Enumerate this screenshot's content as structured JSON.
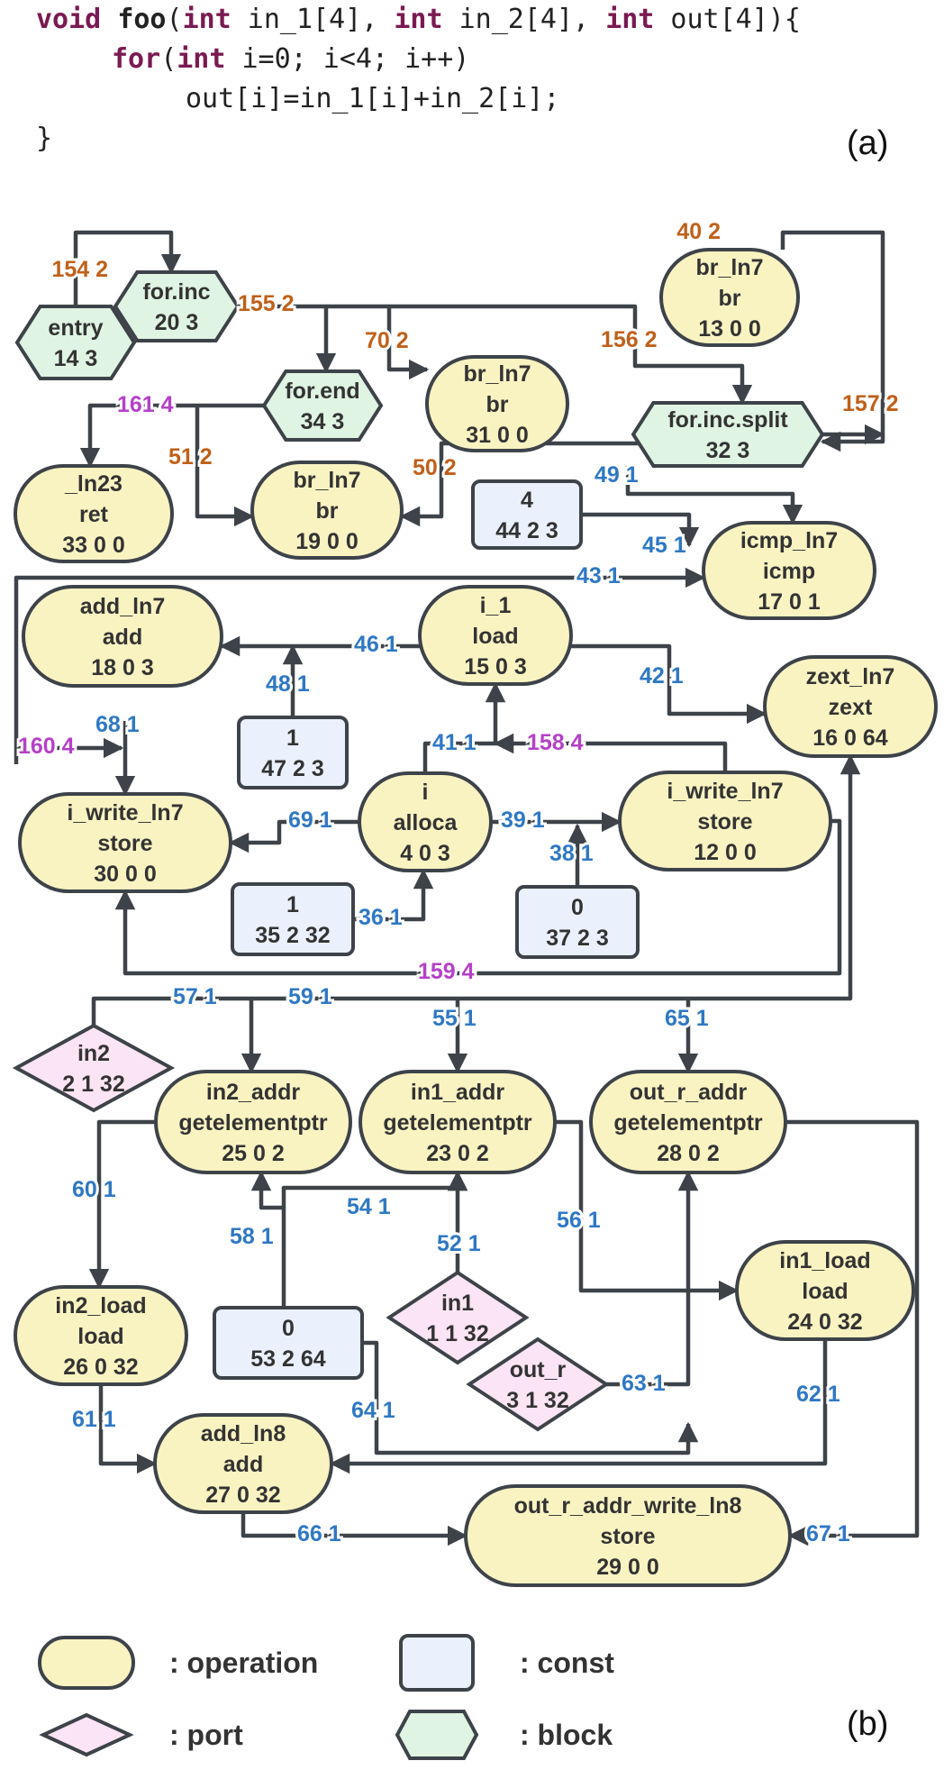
{
  "caption_a": "(a)",
  "caption_b": "(b)",
  "code": {
    "line1": {
      "kw1": "void",
      "fn": "foo",
      "p1": "(",
      "kw2": "int",
      "p2": " in_1[4], ",
      "kw3": "int",
      "p3": " in_2[4], ",
      "kw4": "int",
      "p4": " out[4]){"
    },
    "line2": {
      "kw1": "for",
      "p1": "(",
      "kw2": "int",
      "p2": " i=0; i<4; i++)"
    },
    "line3": "out[i]=in_1[i]+in_2[i];",
    "line4": "}"
  },
  "colors": {
    "operation_fill": "#f9f3c2",
    "const_fill": "#eaf1fc",
    "port_fill": "#fbe4f3",
    "block_fill": "#dff4e2",
    "stroke": "#3d4349",
    "edge_orange": "#c0601a",
    "edge_blue": "#2f78c4",
    "edge_purple": "#b540c8"
  },
  "nodes": [
    {
      "id": "entry",
      "kind": "block",
      "name": "entry",
      "line2": "14 3"
    },
    {
      "id": "for_inc",
      "kind": "block",
      "name": "for.inc",
      "line2": "20 3"
    },
    {
      "id": "for_end",
      "kind": "block",
      "name": "for.end",
      "line2": "34 3"
    },
    {
      "id": "for_inc_split",
      "kind": "block",
      "name": "for.inc.split",
      "line2": "32 3"
    },
    {
      "id": "br13",
      "kind": "operation",
      "name": "br_ln7",
      "op": "br",
      "line3": "13 0 0"
    },
    {
      "id": "br31",
      "kind": "operation",
      "name": "br_ln7",
      "op": "br",
      "line3": "31 0 0"
    },
    {
      "id": "ret33",
      "kind": "operation",
      "name": "_ln23",
      "op": "ret",
      "line3": "33 0 0"
    },
    {
      "id": "br19",
      "kind": "operation",
      "name": "br_ln7",
      "op": "br",
      "line3": "19 0 0"
    },
    {
      "id": "c44",
      "kind": "const",
      "name": "4",
      "line2": "44 2 3"
    },
    {
      "id": "icmp17",
      "kind": "operation",
      "name": "icmp_ln7",
      "op": "icmp",
      "line3": "17 0 1"
    },
    {
      "id": "add18",
      "kind": "operation",
      "name": "add_ln7",
      "op": "add",
      "line3": "18 0 3"
    },
    {
      "id": "i1_15",
      "kind": "operation",
      "name": "i_1",
      "op": "load",
      "line3": "15 0 3"
    },
    {
      "id": "zext16",
      "kind": "operation",
      "name": "zext_ln7",
      "op": "zext",
      "line3": "16 0 64"
    },
    {
      "id": "c47",
      "kind": "const",
      "name": "1",
      "line2": "47 2 3"
    },
    {
      "id": "iw30",
      "kind": "operation",
      "name": "i_write_ln7",
      "op": "store",
      "line3": "30 0 0"
    },
    {
      "id": "ialloca4",
      "kind": "operation",
      "name": "i",
      "op": "alloca",
      "line3": "4 0 3"
    },
    {
      "id": "iw12",
      "kind": "operation",
      "name": "i_write_ln7",
      "op": "store",
      "line3": "12 0 0"
    },
    {
      "id": "c35",
      "kind": "const",
      "name": "1",
      "line2": "35 2 32"
    },
    {
      "id": "c37",
      "kind": "const",
      "name": "0",
      "line2": "37 2 3"
    },
    {
      "id": "in2port",
      "kind": "port",
      "name": "in2",
      "line2": "2 1 32"
    },
    {
      "id": "in2addr",
      "kind": "operation",
      "name": "in2_addr",
      "op": "getelementptr",
      "line3": "25 0 2"
    },
    {
      "id": "in1addr",
      "kind": "operation",
      "name": "in1_addr",
      "op": "getelementptr",
      "line3": "23 0 2"
    },
    {
      "id": "outaddr",
      "kind": "operation",
      "name": "out_r_addr",
      "op": "getelementptr",
      "line3": "28 0 2"
    },
    {
      "id": "in1load",
      "kind": "operation",
      "name": "in1_load",
      "op": "load",
      "line3": "24 0 32"
    },
    {
      "id": "in2load",
      "kind": "operation",
      "name": "in2_load",
      "op": "load",
      "line3": "26 0 32"
    },
    {
      "id": "c53",
      "kind": "const",
      "name": "0",
      "line2": "53 2 64"
    },
    {
      "id": "in1port",
      "kind": "port",
      "name": "in1",
      "line2": "1 1 32"
    },
    {
      "id": "outport",
      "kind": "port",
      "name": "out_r",
      "line2": "3 1 32"
    },
    {
      "id": "add27",
      "kind": "operation",
      "name": "add_ln8",
      "op": "add",
      "line3": "27 0 32"
    },
    {
      "id": "store29",
      "kind": "operation",
      "name": "out_r_addr_write_ln8",
      "op": "store",
      "line3": "29 0 0"
    }
  ],
  "edges": [
    {
      "label": "40 2",
      "color": "orange"
    },
    {
      "label": "154 2",
      "color": "orange"
    },
    {
      "label": "155 2",
      "color": "orange"
    },
    {
      "label": "70 2",
      "color": "orange"
    },
    {
      "label": "156 2",
      "color": "orange"
    },
    {
      "label": "157 2",
      "color": "orange"
    },
    {
      "label": "161 4",
      "color": "purple"
    },
    {
      "label": "51 2",
      "color": "orange"
    },
    {
      "label": "50 2",
      "color": "orange"
    },
    {
      "label": "49 1",
      "color": "blue"
    },
    {
      "label": "45 1",
      "color": "blue"
    },
    {
      "label": "43 1",
      "color": "blue"
    },
    {
      "label": "46 1",
      "color": "blue"
    },
    {
      "label": "42 1",
      "color": "blue"
    },
    {
      "label": "48 1",
      "color": "blue"
    },
    {
      "label": "68 1",
      "color": "blue"
    },
    {
      "label": "160 4",
      "color": "purple"
    },
    {
      "label": "41 1",
      "color": "blue"
    },
    {
      "label": "158 4",
      "color": "purple"
    },
    {
      "label": "69 1",
      "color": "blue"
    },
    {
      "label": "39 1",
      "color": "blue"
    },
    {
      "label": "38 1",
      "color": "blue"
    },
    {
      "label": "36 1",
      "color": "blue"
    },
    {
      "label": "159 4",
      "color": "purple"
    },
    {
      "label": "57 1",
      "color": "blue"
    },
    {
      "label": "59 1",
      "color": "blue"
    },
    {
      "label": "55 1",
      "color": "blue"
    },
    {
      "label": "65 1",
      "color": "blue"
    },
    {
      "label": "60 1",
      "color": "blue"
    },
    {
      "label": "58 1",
      "color": "blue"
    },
    {
      "label": "54 1",
      "color": "blue"
    },
    {
      "label": "52 1",
      "color": "blue"
    },
    {
      "label": "56 1",
      "color": "blue"
    },
    {
      "label": "63 1",
      "color": "blue"
    },
    {
      "label": "64 1",
      "color": "blue"
    },
    {
      "label": "62 1",
      "color": "blue"
    },
    {
      "label": "61 1",
      "color": "blue"
    },
    {
      "label": "66 1",
      "color": "blue"
    },
    {
      "label": "67 1",
      "color": "blue"
    }
  ],
  "legend": {
    "operation": ": operation",
    "const": ": const",
    "port": ": port",
    "block": ": block"
  }
}
